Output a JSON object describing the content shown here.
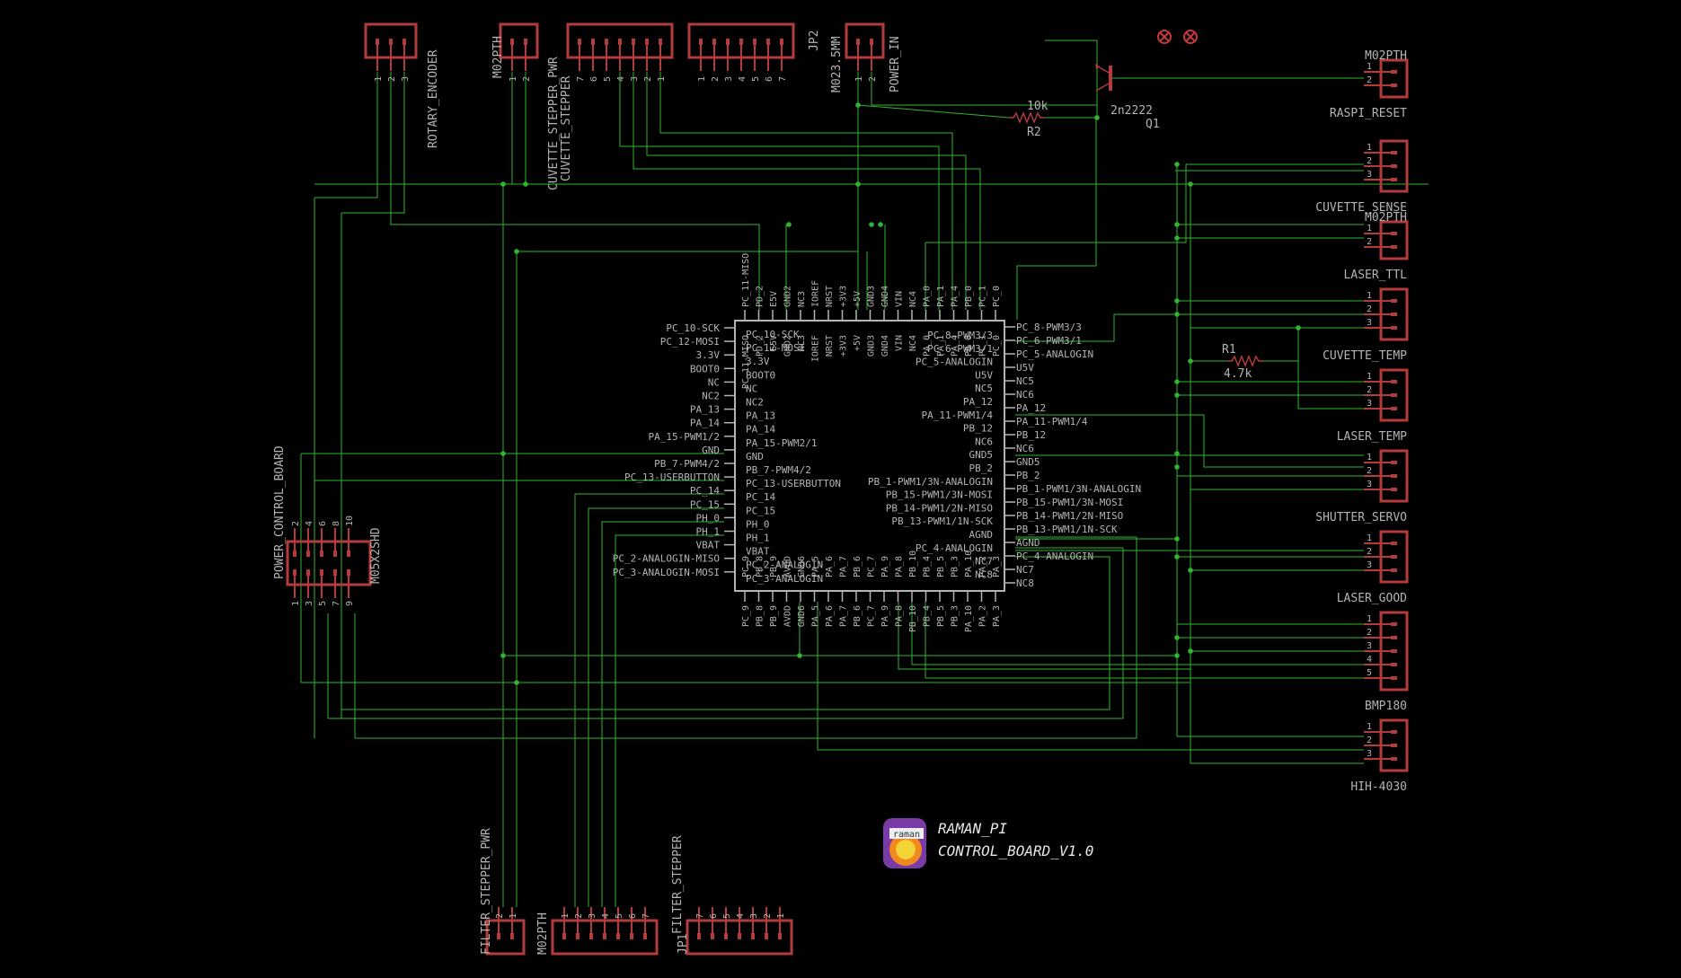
{
  "colors": {
    "background": "#000000",
    "wire": "#2fb52f",
    "part": "#b33b3b",
    "label": "#b4b4b4",
    "mcu_outline": "#b4b4b4",
    "marker": "#c43a3a"
  },
  "mcu": {
    "top_pins": [
      "PC_11-MISO",
      "PD_2",
      "E5V",
      "GND2",
      "NC3",
      "IOREF",
      "NRST",
      "+3V3",
      "+5V",
      "GND3",
      "GND4",
      "VIN",
      "NC4",
      "PA_0",
      "PA_1",
      "PA_4",
      "PB_0",
      "PC_1",
      "PC_0"
    ],
    "bottom_pins": [
      "PC_9",
      "PB_8",
      "PB_9",
      "AVDD",
      "GND6",
      "PA_5",
      "PA_6",
      "PA_7",
      "PB_6",
      "PC_7",
      "PA_9",
      "PA_8",
      "PB_10",
      "PB_4",
      "PB_5",
      "PB_3",
      "PA_10",
      "PA_2",
      "PA_3"
    ],
    "left_pins": [
      "PC_10-SCK",
      "PC_12-MOSI",
      "3.3V",
      "BOOT0",
      "NC",
      "NC2",
      "PA_13",
      "PA_14",
      "PA_15-PWM1/2",
      "GND",
      "PB_7-PWM4/2",
      "PC_13-USERBUTTON",
      "PC_14",
      "PC_15",
      "PH_0",
      "PH_1",
      "VBAT",
      "PC_2-ANALOGIN-MISO",
      "PC_3-ANALOGIN-MOSI"
    ],
    "right_pins": [
      "PC_8-PWM3/3",
      "PC_6-PWM3/1",
      "PC_5-ANALOGIN",
      "U5V",
      "NC5",
      "NC6",
      "PA_12",
      "PA_11-PWM1/4",
      "PB_12",
      "NC6",
      "GND5",
      "PB_2",
      "PB_1-PWM1/3N-ANALOGIN",
      "PB_15-PWM1/3N-MOSI",
      "PB_14-PWM1/2N-MISO",
      "PB_13-PWM1/1N-SCK",
      "AGND",
      "PC_4-ANALOGIN",
      "NC7",
      "NC8"
    ],
    "inner_left": [
      "PC_10-SCK",
      "PC_12-MOSI",
      "3.3V",
      "BOOT0",
      "NC",
      "NC2",
      "PA_13",
      "PA_14",
      "PA_15-PWM2/1",
      "GND",
      "PB_7-PWM4/2",
      "PC_13-USERBUTTON",
      "PC_14",
      "PC_15",
      "PH_0",
      "PH_1",
      "VBAT",
      "PC_2-ANALOGIN",
      "PC_3-ANALOGIN"
    ],
    "inner_right": [
      "PC_8-PWM3/3",
      "PC_6-PWM3/1",
      "PC_5-ANALOGIN",
      "U5V",
      "NC5",
      "PA_12",
      "PA_11-PWM1/4",
      "PB_12",
      "NC6",
      "GND5",
      "PB_2",
      "PB_1-PWM1/3N-ANALOGIN",
      "PB_15-PWM1/3N-MOSI",
      "PB_14-PWM1/2N-MISO",
      "PB_13-PWM1/1N-SCK",
      "AGND",
      "PC_4-ANALOGIN",
      "NC7",
      "NC8"
    ]
  },
  "connectors_right": [
    {
      "part": "M02PTH",
      "label": "RASPI_RESET",
      "pins": [
        "1",
        "2"
      ]
    },
    {
      "part": "",
      "label": "CUVETTE_SENSE",
      "pins": [
        "1",
        "2",
        "3"
      ]
    },
    {
      "part": "M02PTH",
      "label": "LASER_TTL",
      "pins": [
        "1",
        "2"
      ]
    },
    {
      "part": "",
      "label": "CUVETTE_TEMP",
      "pins": [
        "1",
        "2",
        "3"
      ]
    },
    {
      "part": "",
      "label": "LASER_TEMP",
      "pins": [
        "1",
        "2",
        "3"
      ]
    },
    {
      "part": "",
      "label": "SHUTTER_SERVO",
      "pins": [
        "1",
        "2",
        "3"
      ]
    },
    {
      "part": "",
      "label": "LASER_GOOD",
      "pins": [
        "1",
        "2",
        "3"
      ]
    },
    {
      "part": "",
      "label": "BMP180",
      "pins": [
        "1",
        "2",
        "3",
        "4",
        "5"
      ]
    },
    {
      "part": "",
      "label": "HIH-4030",
      "pins": [
        "1",
        "2",
        "3"
      ]
    }
  ],
  "connectors_top": [
    {
      "label": "ROTARY_ENCODER",
      "part": "",
      "pins": [
        "1",
        "2",
        "3"
      ]
    },
    {
      "label": "CUVETTE_STEPPER_PWR",
      "part": "M02PTH",
      "pins": [
        "1",
        "2"
      ]
    },
    {
      "label": "CUVETTE_STEPPER",
      "part": "",
      "pins": [
        "7",
        "6",
        "5",
        "4",
        "3",
        "2",
        "1"
      ]
    },
    {
      "label": "JP2",
      "part": "",
      "pins": [
        "1",
        "2",
        "3",
        "4",
        "5",
        "6",
        "7"
      ]
    },
    {
      "label": "POWER_IN",
      "part": "M023.5MM",
      "pins": [
        "1",
        "2"
      ]
    }
  ],
  "connectors_bottom": [
    {
      "label": "FILTER_STEPPER_PWR",
      "part": "M02PTH",
      "pins": [
        "2",
        "1"
      ]
    },
    {
      "label": "FILTER_STEPPER",
      "part": "",
      "pins": [
        "1",
        "2",
        "3",
        "4",
        "5",
        "6",
        "7"
      ]
    },
    {
      "label": "JP1",
      "part": "",
      "pins": [
        "7",
        "6",
        "5",
        "4",
        "3",
        "2",
        "1"
      ]
    }
  ],
  "power_board": {
    "label": "POWER_CONTROL_BOARD",
    "part": "M05X2SHD",
    "top_pins": [
      "2",
      "4",
      "6",
      "8",
      "10"
    ],
    "bottom_pins": [
      "1",
      "3",
      "5",
      "7",
      "9"
    ]
  },
  "transistor": {
    "value": "2n2222",
    "name": "Q1"
  },
  "resistors": [
    {
      "name": "R2",
      "value": "10k"
    },
    {
      "name": "R1",
      "value": "4.7k"
    }
  ],
  "title_block": {
    "line1": "RAMAN_PI",
    "line2": "CONTROL_BOARD_V1.0",
    "logo_text": "raman"
  },
  "markers": [
    "x-mark",
    "x-mark"
  ]
}
